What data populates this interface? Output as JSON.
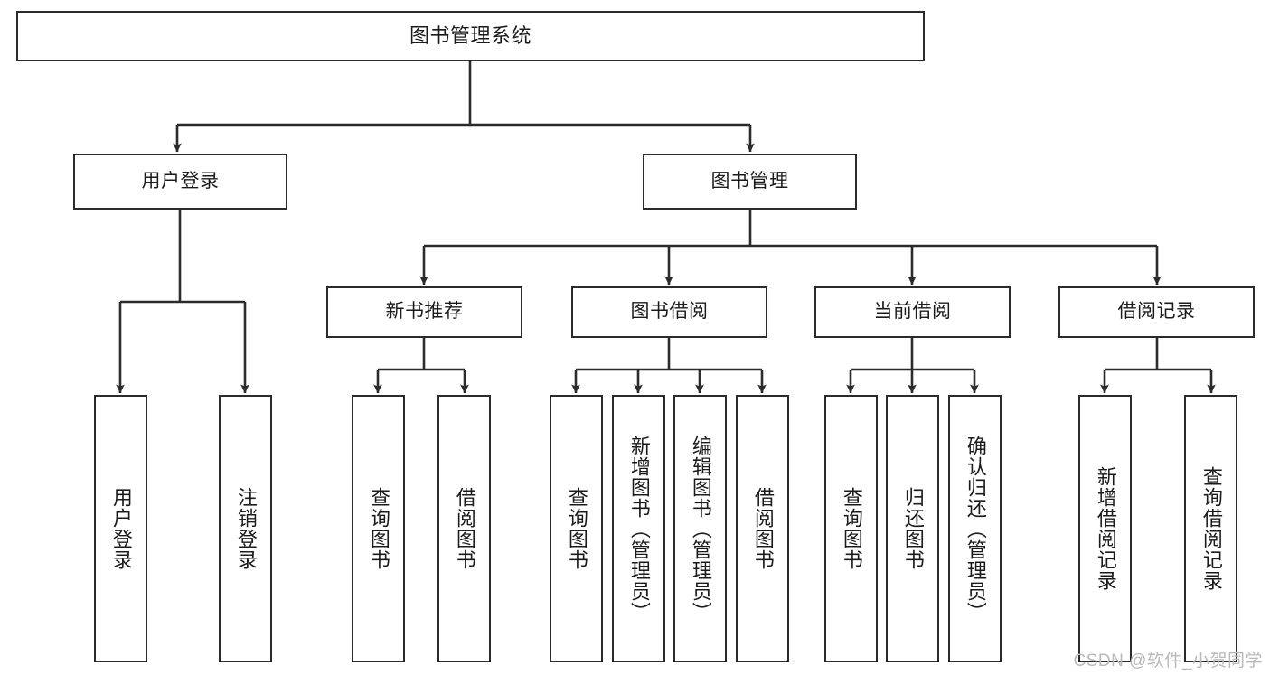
{
  "diagram": {
    "title": "图书管理系统",
    "type": "tree-hierarchy",
    "root": {
      "label": "图书管理系统"
    },
    "level2": [
      {
        "label": "用户登录"
      },
      {
        "label": "图书管理"
      }
    ],
    "level3": [
      {
        "label": "新书推荐"
      },
      {
        "label": "图书借阅"
      },
      {
        "label": "当前借阅"
      },
      {
        "label": "借阅记录"
      }
    ],
    "leaves": [
      {
        "label": "用户登录",
        "parent": "用户登录"
      },
      {
        "label": "注销登录",
        "parent": "用户登录"
      },
      {
        "label": "查询图书",
        "parent": "新书推荐"
      },
      {
        "label": "借阅图书",
        "parent": "新书推荐"
      },
      {
        "label": "查询图书",
        "parent": "图书借阅"
      },
      {
        "label": "新增图书（管理员）",
        "parent": "图书借阅"
      },
      {
        "label": "编辑图书（管理员）",
        "parent": "图书借阅"
      },
      {
        "label": "借阅图书",
        "parent": "图书借阅"
      },
      {
        "label": "查询图书",
        "parent": "当前借阅"
      },
      {
        "label": "归还图书",
        "parent": "当前借阅"
      },
      {
        "label": "确认归还（管理员）",
        "parent": "当前借阅"
      },
      {
        "label": "新增借阅记录",
        "parent": "借阅记录"
      },
      {
        "label": "查询借阅记录",
        "parent": "借阅记录"
      }
    ],
    "watermark": "CSDN @软件_小贺同学",
    "colors": {
      "stroke": "#2b2b2b",
      "fill": "#ffffff",
      "text": "#1b1b1b",
      "watermark": "#b9b9b9"
    }
  }
}
